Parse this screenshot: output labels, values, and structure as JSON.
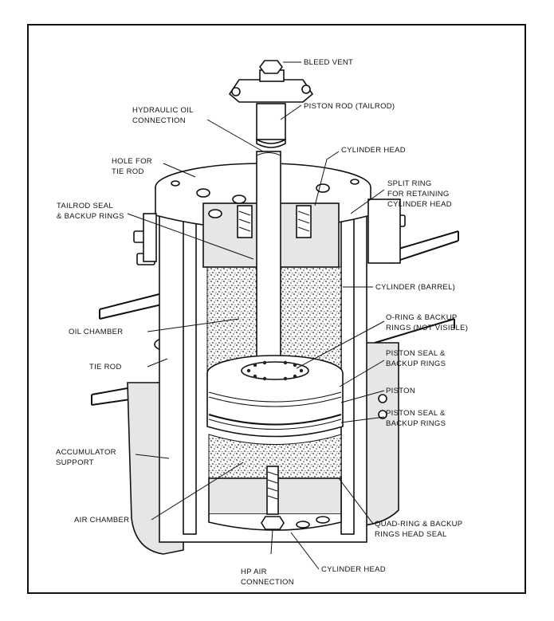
{
  "labels": {
    "bleed_vent": "BLEED VENT",
    "hydraulic_oil_1": "HYDRAULIC OIL",
    "hydraulic_oil_2": "CONNECTION",
    "piston_rod": "PISTON ROD (TAILROD)",
    "hole_tie_rod_1": "HOLE FOR",
    "hole_tie_rod_2": "TIE ROD",
    "cylinder_head_top": "CYLINDER HEAD",
    "split_ring_1": "SPLIT RING",
    "split_ring_2": "FOR RETAINING",
    "split_ring_3": "CYLINDER HEAD",
    "tailrod_seal_1": "TAILROD SEAL",
    "tailrod_seal_2": "& BACKUP RINGS",
    "cylinder_barrel": "CYLINDER (BARREL)",
    "oil_chamber": "OIL CHAMBER",
    "oring_1": "O-RING & BACKUP",
    "oring_2": "RINGS (NOT VISIBLE)",
    "tie_rod": "TIE ROD",
    "piston_seal_upper_1": "PISTON SEAL &",
    "piston_seal_upper_2": "BACKUP RINGS",
    "piston": "PISTON",
    "piston_seal_lower_1": "PISTON SEAL &",
    "piston_seal_lower_2": "BACKUP RINGS",
    "accumulator_1": "ACCUMULATOR",
    "accumulator_2": "SUPPORT",
    "air_chamber": "AIR CHAMBER",
    "quad_ring_1": "QUAD-RING & BACKUP",
    "quad_ring_2": "RINGS HEAD SEAL",
    "hp_air_1": "HP AIR",
    "hp_air_2": "CONNECTION",
    "cylinder_head_bottom": "CYLINDER HEAD"
  }
}
